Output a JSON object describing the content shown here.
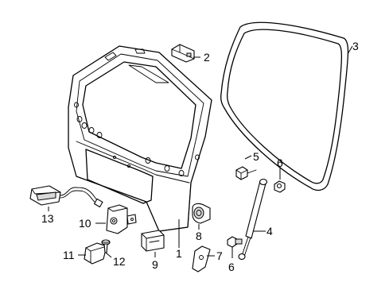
{
  "diagram": {
    "labels": {
      "p1": "1",
      "p2": "2",
      "p3": "3",
      "p4": "4",
      "p5": "5",
      "p6a": "6",
      "p6b": "6",
      "p7": "7",
      "p8": "8",
      "p9": "9",
      "p10": "10",
      "p11": "11",
      "p12": "12",
      "p13": "13"
    }
  }
}
